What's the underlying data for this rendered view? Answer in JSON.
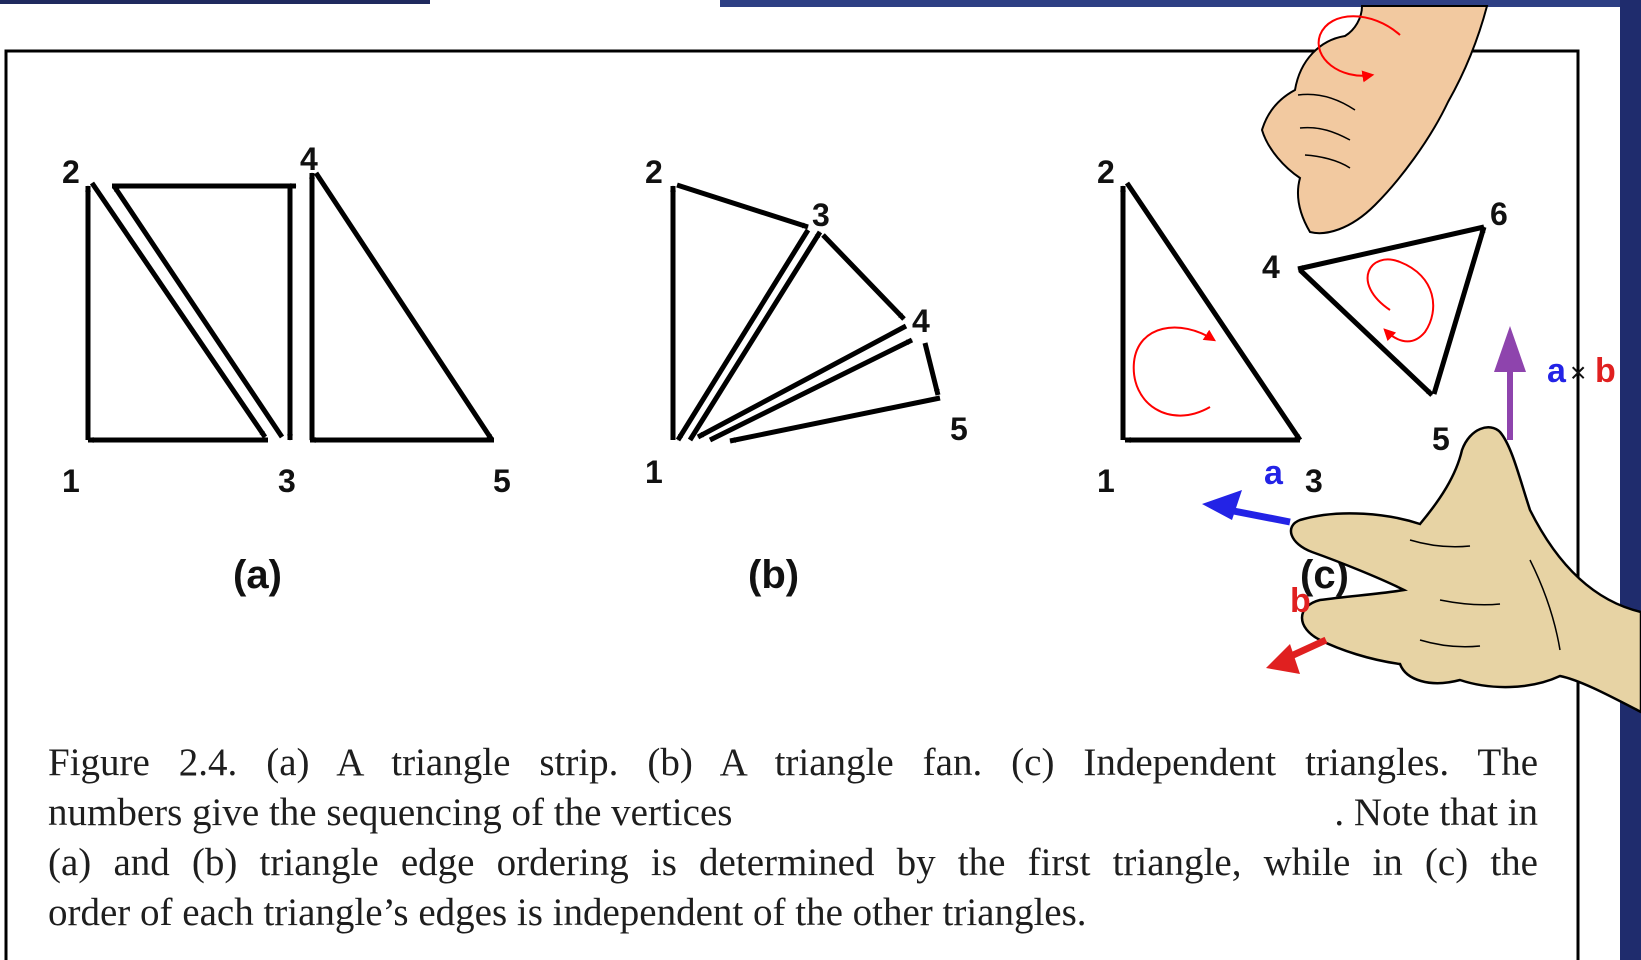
{
  "figure": {
    "panels": [
      {
        "id": "a",
        "label": "(a)",
        "vertices": [
          "1",
          "2",
          "3",
          "4",
          "5"
        ]
      },
      {
        "id": "b",
        "label": "(b)",
        "vertices": [
          "1",
          "2",
          "3",
          "4",
          "5"
        ]
      },
      {
        "id": "c",
        "label": "(c)",
        "vertices": [
          "1",
          "2",
          "3",
          "4",
          "5",
          "6"
        ]
      }
    ],
    "caption": {
      "line1": "Figure 2.4.  (a) A triangle strip.  (b) A triangle fan.  (c) Independent triangles.  The",
      "line2_left": "numbers give the sequencing of the vertices",
      "line2_right": ". Note that in",
      "line3": "(a) and (b) triangle edge ordering is determined by the first triangle, while in (c) the",
      "line4": "order of each triangle’s edges is independent of the other triangles."
    }
  },
  "annotation": {
    "vec_a": "a",
    "vec_b": "b",
    "cross_a": "a",
    "cross_op": "×",
    "cross_b": "b",
    "colors": {
      "a": "#2323e6",
      "b": "#e02020",
      "cross": "#8e44ad",
      "circulation": "#ff0000",
      "hand_fill": "#e7d3a4",
      "hand_fill_small": "#f2c9a0",
      "edge_arrow": "#000000"
    }
  }
}
